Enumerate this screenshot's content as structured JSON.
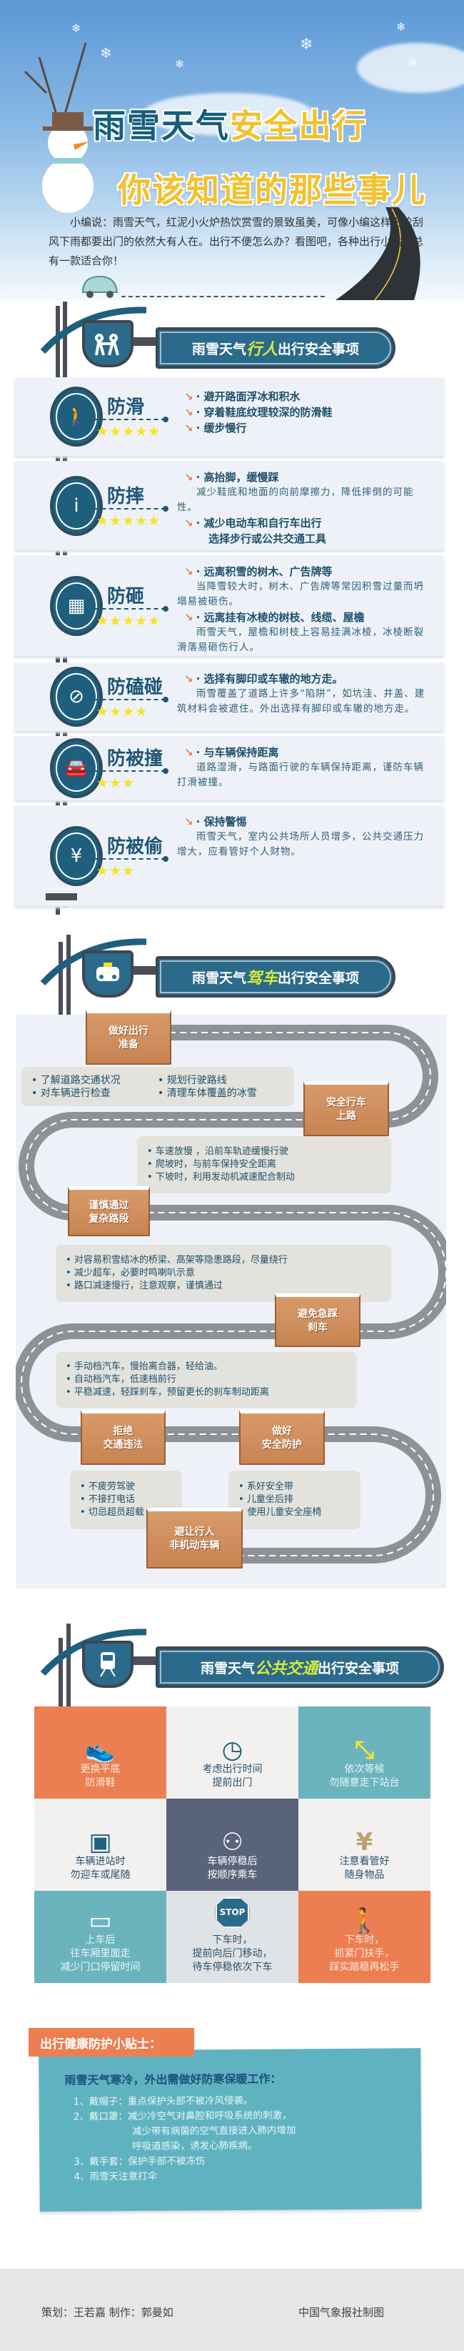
{
  "hero": {
    "title_part1": "雨雪天气",
    "title_part2": "安全出行",
    "subtitle": "你该知道的那些事儿",
    "intro": "小编说：雨雪天气，红泥小火炉热饮赏雪的景致虽美，可像小编这样无论刮风下雨都要出门的依然大有人在。出行不便怎么办？看图吧，各种出行小贴士总有一款适合你！"
  },
  "pedestrian": {
    "sign_prefix": "雨雪天气",
    "sign_em": "行人",
    "sign_suffix": "出行安全事项",
    "sign_icon": "pedestrians-icon",
    "items": [
      {
        "label": "防滑",
        "icon": "walking-cane-icon",
        "stars": 5,
        "points": [
          {
            "t": "避开路面浮冰和积水"
          },
          {
            "t": "穿着鞋底纹理较深的防滑鞋"
          },
          {
            "t": "缓步慢行"
          }
        ]
      },
      {
        "label": "防摔",
        "icon": "cyclist-icon",
        "stars": 5,
        "points": [
          {
            "t": "高抬脚，缓慢踩",
            "d": "减少鞋底和地面的向前摩擦力，降低摔倒的可能性。"
          },
          {
            "t": "减少电动车和自行车出行",
            "d2": "选择步行或公共交通工具"
          }
        ]
      },
      {
        "label": "防砸",
        "icon": "barrier-icon",
        "stars": 5,
        "points": [
          {
            "t": "远离积雪的树木、广告牌等",
            "d": "当降雪较大时，树木、广告牌等常因积雪过量而坍塌易被砸伤。"
          },
          {
            "t": "远离挂有冰棱的树枝、线缆、屋檐",
            "d": "雨雪天气，屋檐和树枝上容易挂满冰棱，冰棱断裂滑落易砸伤行人。"
          }
        ]
      },
      {
        "label": "防磕碰",
        "icon": "no-entry-sign-icon",
        "stars": 4,
        "points": [
          {
            "t": "选择有脚印或车辙的地方走。",
            "d": "雨雪覆盖了道路上许多“陷阱”，如坑洼、井盖、建筑材料会被遮住。外出选择有脚印或车辙的地方走。"
          }
        ]
      },
      {
        "label": "防被撞",
        "icon": "car-icon",
        "stars": 3,
        "points": [
          {
            "t": "与车辆保持距离",
            "d": "道路湿滑，与路面行驶的车辆保持距离，谨防车辆打滑被撞。"
          }
        ]
      },
      {
        "label": "防被偷",
        "icon": "yuan-icon",
        "stars": 3,
        "points": [
          {
            "t": "保持警惕",
            "d": "雨雪天气，室内公共场所人员增多，公共交通压力增大，应看管好个人财物。"
          }
        ]
      }
    ]
  },
  "driving": {
    "sign_prefix": "雨雪天气",
    "sign_em": "驾车",
    "sign_suffix": "出行安全事项",
    "sign_icon": "taxi-icon",
    "stages": [
      {
        "title1": "做好出行",
        "title2": "准备",
        "points": [
          "了解道路交通状况",
          "规划行驶路线",
          "对车辆进行检查",
          "清理车体覆盖的冰雪"
        ]
      },
      {
        "title1": "安全行车",
        "title2": "上路",
        "points": [
          "车速放慢 ，沿前车轨迹缓慢行驶",
          "爬坡时，与前车保持安全距离",
          "下坡时，利用发动机减速配合制动"
        ]
      },
      {
        "title1": "谨慎通过",
        "title2": "复杂路段",
        "points": [
          "对容易积雪结冰的桥梁、高架等隐患路段，尽量绕行",
          "减少超车，必要时鸣喇叭示意",
          "路口减速慢行，注意观察，谨慎通过"
        ]
      },
      {
        "title1": "避免急踩",
        "title2": "刹车",
        "points": [
          "手动档汽车，慢抬离合器，轻给油。",
          "自动档汽车，低速档前行",
          "平稳减速，轻踩刹车，预留更长的刹车制动距离"
        ]
      },
      {
        "title1": "拒绝",
        "title2": "交通违法",
        "points": [
          "不疲劳驾驶",
          "不接打电话",
          "切忌超员超载"
        ]
      },
      {
        "title1": "做好",
        "title2": "安全防护",
        "points": [
          "系好安全带",
          "儿童坐后排",
          "使用儿童安全座椅"
        ]
      },
      {
        "title1": "避让行人",
        "title2": "非机动车辆"
      }
    ]
  },
  "transit": {
    "sign_prefix": "雨雪天气",
    "sign_em": "公共交通",
    "sign_suffix": "出行安全事项",
    "sign_icon": "train-icon",
    "cells": [
      {
        "icon": "shoe-icon",
        "glyph": "👟",
        "lines": [
          "更换平底",
          "防滑鞋"
        ],
        "bg": "#ec7f52",
        "fg": "#fde9df"
      },
      {
        "icon": "clock-icon",
        "glyph": "◷",
        "lines": [
          "考虑出行时间",
          "提前出门"
        ],
        "bg": "#f2f1f0",
        "fg": "#2b4f6a"
      },
      {
        "icon": "escalator-icon",
        "glyph": "⤡",
        "lines": [
          "依次等候",
          "勿随意走下站台"
        ],
        "bg": "#6bb4be",
        "fg": "#e9f6f8"
      },
      {
        "icon": "bus-icon",
        "glyph": "▣",
        "lines": [
          "车辆进站时",
          "勿迎车或尾随"
        ],
        "bg": "#f2f1f0",
        "fg": "#2b4f6a"
      },
      {
        "icon": "pedestrians-icon",
        "glyph": "⚇",
        "lines": [
          "车辆停稳后",
          "按顺序乘车"
        ],
        "bg": "#59637a",
        "fg": "#ffffff"
      },
      {
        "icon": "yuan-icon",
        "glyph": "¥",
        "lines": [
          "注意看管好",
          "随身物品"
        ],
        "bg": "#f2f1f0",
        "fg": "#2b4f6a"
      },
      {
        "icon": "bus-side-icon",
        "glyph": "▭",
        "lines": [
          "上车后",
          "往车厢里面走",
          "减少门口停留时间"
        ],
        "bg": "#6bb4be",
        "fg": "#e9f6f8"
      },
      {
        "icon": "stop-sign-icon",
        "glyph": "STOP",
        "lines": [
          "下车时，",
          "提前向后门移动，",
          "待车停稳依次下车"
        ],
        "bg": "#dfe3e6",
        "fg": "#2b4f6a"
      },
      {
        "icon": "walking-person-icon",
        "glyph": "🚶",
        "lines": [
          "下车时，",
          "抓紧门扶手，",
          "踩实踏稳再松手"
        ],
        "bg": "#ec7f52",
        "fg": "#fde9df"
      }
    ]
  },
  "tips": {
    "tab": "出行健康防护小贴士：",
    "heading": "雨雪天气寒冷，外出需做好防寒保暖工作：",
    "items": [
      "1、戴帽子：重点保护头部不被冷风侵袭。",
      "2、戴口罩：减少冷空气对鼻腔和呼吸系统的刺激，",
      "减少带有病菌的空气直接进入肺内增加",
      "呼吸道感染，诱发心肺疾病。",
      "3、戴手套：保护手部不被冻伤",
      "4、雨雪天注意打伞"
    ]
  },
  "footer": {
    "credits": "策划：王若嘉  制作：郭曼如",
    "publisher": "中国气象报社制图"
  },
  "colors": {
    "teal_dark": "#1f5f7e",
    "orange": "#ec7f52",
    "teal": "#5fb3c1",
    "star": "#f6e323",
    "slate": "#59637a"
  }
}
